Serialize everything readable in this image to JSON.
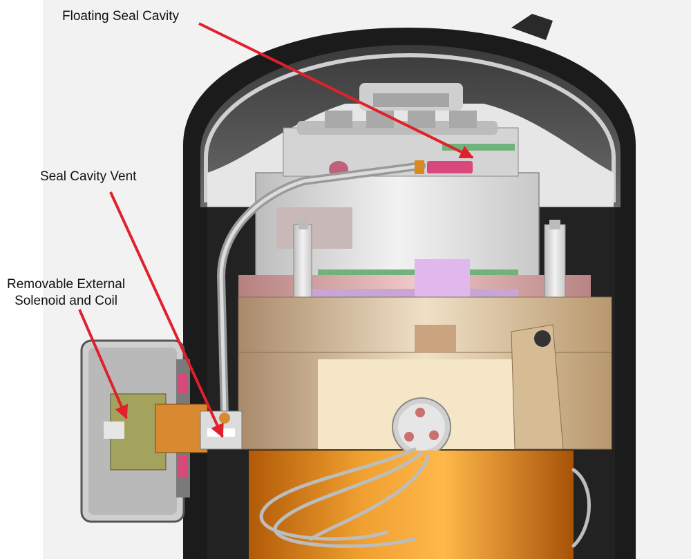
{
  "callouts": {
    "floating_seal_cavity": "Floating Seal Cavity",
    "seal_cavity_vent": "Seal Cavity Vent",
    "solenoid_line1": "Removable External",
    "solenoid_line2": "Solenoid and Coil"
  },
  "colors": {
    "arrow": "#e0202a",
    "shell_dark": "#1a1a1a",
    "dome_gray": "#4a4a4a",
    "motor_orange": "#e88a1a",
    "scroll_tan": "#d9c2a0",
    "seal_pink": "#c98a8a",
    "coil_olive": "#9a9a55"
  }
}
